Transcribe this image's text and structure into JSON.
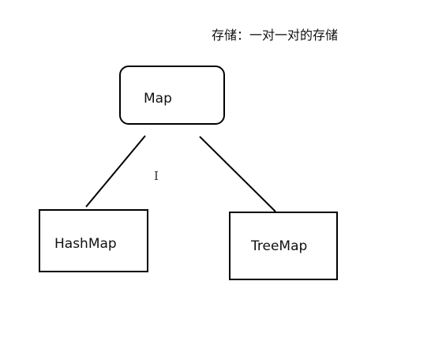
{
  "note": {
    "text": "存储：一对一对的存储"
  },
  "nodes": {
    "map": {
      "label": "Map"
    },
    "hashmap": {
      "label": "HashMap"
    },
    "treemap": {
      "label": "TreeMap"
    }
  },
  "colors": {
    "stroke": "#000000",
    "background": "#ffffff"
  }
}
